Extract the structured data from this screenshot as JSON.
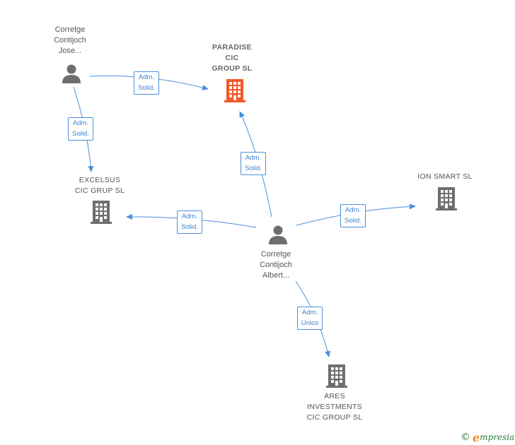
{
  "nodes": {
    "person_jose": {
      "label_lines": [
        "Corretge",
        "Contijoch",
        "Jose..."
      ],
      "kind": "person"
    },
    "person_albert": {
      "label_lines": [
        "Corretge",
        "Contijoch",
        "Albert..."
      ],
      "kind": "person"
    },
    "paradise": {
      "label_lines": [
        "PARADISE",
        "CIC",
        "GROUP  SL"
      ],
      "kind": "company",
      "highlight": true
    },
    "excelsus": {
      "label_lines": [
        "EXCELSUS",
        "CIC GRUP  SL"
      ],
      "kind": "company"
    },
    "ion_smart": {
      "label_lines": [
        "ION SMART  SL"
      ],
      "kind": "company"
    },
    "ares": {
      "label_lines": [
        "ARES",
        "INVESTMENTS",
        "CIC GROUP  SL"
      ],
      "kind": "company"
    }
  },
  "edges": [
    {
      "from": "person_jose",
      "to": "paradise",
      "label_lines": [
        "Adm.",
        "Solid."
      ]
    },
    {
      "from": "person_jose",
      "to": "excelsus",
      "label_lines": [
        "Adm.",
        "Solid."
      ]
    },
    {
      "from": "person_albert",
      "to": "paradise",
      "label_lines": [
        "Adm.",
        "Solid."
      ]
    },
    {
      "from": "person_albert",
      "to": "excelsus",
      "label_lines": [
        "Adm.",
        "Solid."
      ]
    },
    {
      "from": "person_albert",
      "to": "ion_smart",
      "label_lines": [
        "Adm.",
        "Solid."
      ]
    },
    {
      "from": "person_albert",
      "to": "ares",
      "label_lines": [
        "Adm.",
        "Unico"
      ]
    }
  ],
  "colors": {
    "edge": "#4a8fdb",
    "icon_default": "#6e6e6e",
    "icon_highlight": "#f05a28",
    "brand_text": "#2d7a3a",
    "brand_accent": "#f08a24"
  },
  "brand": {
    "copyright": "©",
    "initial": "e",
    "name": "mpresia"
  }
}
